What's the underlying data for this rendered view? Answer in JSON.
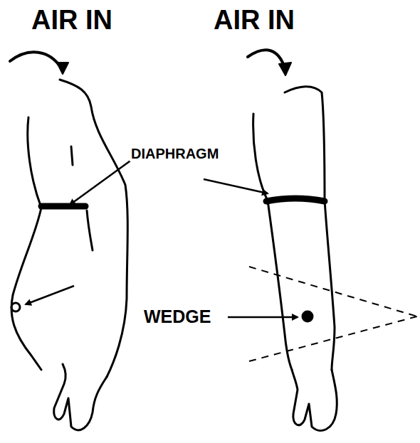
{
  "diagram": {
    "labels": [
      "AIR IN",
      "AIR IN",
      "DIAPHRAGM",
      "WEDGE"
    ]
  }
}
